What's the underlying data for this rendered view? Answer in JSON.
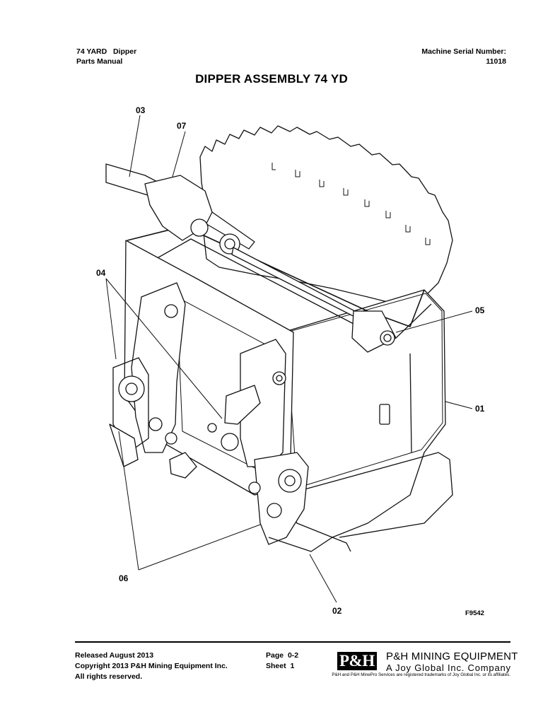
{
  "header": {
    "doc_title_line1": "74 YARD   Dipper",
    "doc_title_line2": "Parts Manual",
    "serial_label": "Machine Serial Number:",
    "serial_value": "11018"
  },
  "page_title": "DIPPER ASSEMBLY 74 YD",
  "drawing": {
    "callouts": [
      "01",
      "02",
      "03",
      "04",
      "05",
      "06",
      "07"
    ],
    "figure_number": "F9542"
  },
  "footer": {
    "released": "Released August 2013",
    "copyright": "Copyright 2013 P&H Mining Equipment Inc.",
    "rights": "All rights reserved.",
    "page_label": "Page",
    "page_value": "0-2",
    "sheet_label": "Sheet",
    "sheet_value": "1",
    "logo_text": "P&H",
    "company_name": "P&H MINING EQUIPMENT",
    "company_sub": "A Joy Global Inc. Company",
    "trademark": "P&H and P&H MinePro Services are registered trademarks of Joy Global Inc. or its affiliates."
  }
}
